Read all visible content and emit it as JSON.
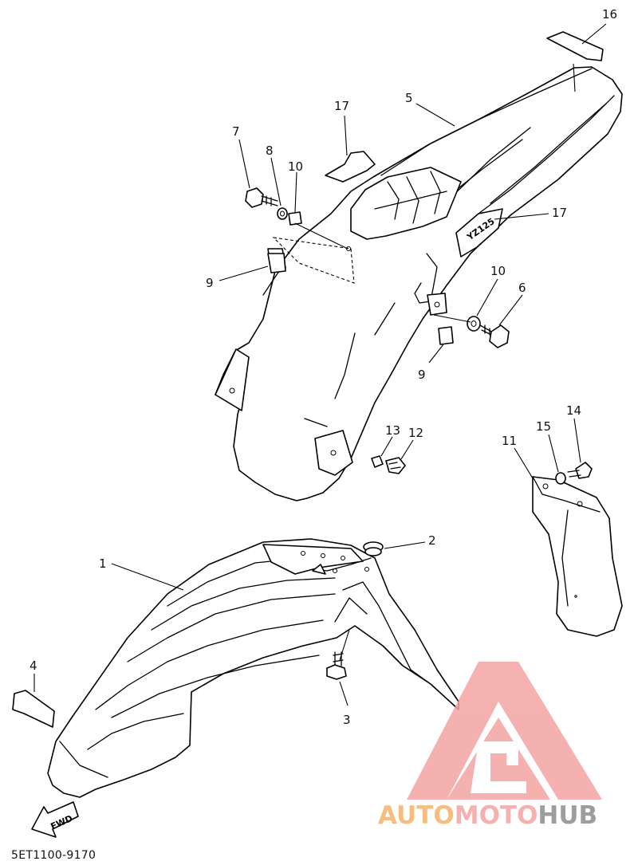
{
  "diagram": {
    "callouts": [
      "16",
      "5",
      "17",
      "7",
      "8",
      "10",
      "17",
      "9",
      "10",
      "6",
      "9",
      "13",
      "12",
      "14",
      "15",
      "11",
      "1",
      "2",
      "4",
      "3"
    ],
    "fwd_label": "FWD",
    "sticker_text": "YZ125",
    "part_code": "5ET1100-9170"
  },
  "watermark": {
    "brand_a": "AUTO",
    "brand_b": "MOTO",
    "brand_c": "HUB",
    "colors": {
      "auto": "#f6b26b",
      "moto": "#f4a3a3",
      "hub": "#8c8c8c",
      "triangle": "#f4a3a3"
    }
  }
}
